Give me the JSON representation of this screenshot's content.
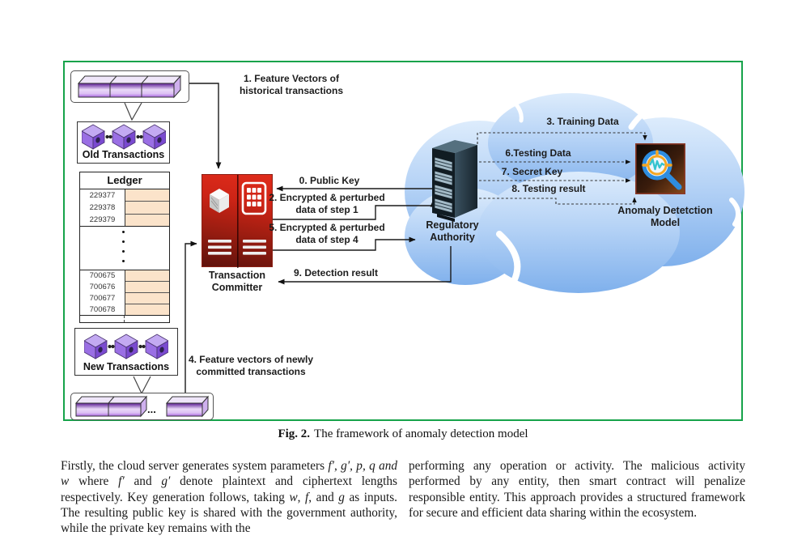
{
  "figure": {
    "border_color": "#16a34a",
    "nodes": {
      "old_transactions": "Old Transactions",
      "new_transactions": "New Transactions",
      "ledger_title": "Ledger",
      "transaction_committer": "Transaction\nCommitter",
      "regulatory_authority": "Regulatory\nAuthority",
      "anomaly_model": "Anomaly Detetction\nModel"
    },
    "ledger": {
      "old_block_ids": [
        "229377",
        "229378",
        "229379"
      ],
      "new_block_ids": [
        "700675",
        "700676",
        "700677",
        "700678"
      ]
    },
    "flow_labels": {
      "f1": "1. Feature Vectors of\nhistorical transactions",
      "f0": "0. Public Key",
      "f2": "2. Encrypted & perturbed\ndata of step 1",
      "f5": "5. Encrypted & perturbed\ndata of step 4",
      "f9": "9. Detection result",
      "f4": "4. Feature vectors of newly\ncommitted transactions",
      "f3": "3. Training Data",
      "f6": "6.Testing Data",
      "f7": "7. Secret Key",
      "f8": "8. Testing result"
    },
    "ellipsis": "...",
    "colors": {
      "committer_red": "#cd2416",
      "committer_dark": "#5f120c",
      "cloud_blue": "#7fb0ec",
      "cube_purple": "#9468e0",
      "ledger_cell": "#fbe3ca",
      "model_accent": "#f5a623",
      "magnifier_blue": "#2e8de0"
    }
  },
  "caption": {
    "label": "Fig. 2.",
    "text": "The framework of anomaly detection model"
  },
  "body": {
    "left_segments": [
      {
        "t": "Firstly, the cloud server generates system parameters ",
        "i": false
      },
      {
        "t": "f′",
        "i": true
      },
      {
        "t": ", ",
        "i": false
      },
      {
        "t": "g′, p, q and w",
        "i": true
      },
      {
        "t": " where ",
        "i": false
      },
      {
        "t": "f′",
        "i": true
      },
      {
        "t": " and ",
        "i": false
      },
      {
        "t": "g′",
        "i": true
      },
      {
        "t": " denote plaintext and ciphertext lengths respectively. Key generation follows, taking ",
        "i": false
      },
      {
        "t": "w",
        "i": true
      },
      {
        "t": ", ",
        "i": false
      },
      {
        "t": "f",
        "i": true
      },
      {
        "t": ", and ",
        "i": false
      },
      {
        "t": "g",
        "i": true
      },
      {
        "t": " as inputs. The resulting public key is shared with the government authority, while the private key remains with the",
        "i": false
      }
    ],
    "right_text": "performing any operation or activity. The malicious activity performed by any entity, then smart contract will penalize responsible entity. This approach provides a structured framework for secure and efficient data sharing within the ecosystem."
  }
}
